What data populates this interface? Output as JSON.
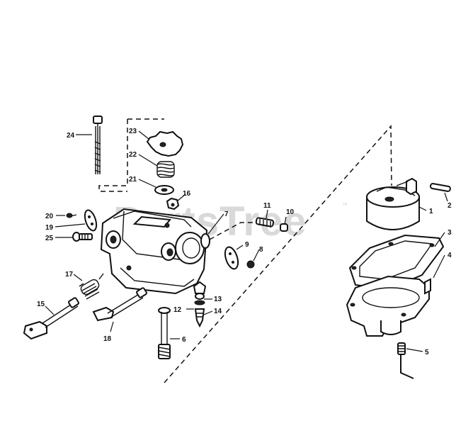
{
  "watermark": {
    "text": "PartsTree",
    "trademark": "™"
  },
  "callouts": [
    "1",
    "2",
    "3",
    "4",
    "5",
    "6",
    "7",
    "8",
    "9",
    "10",
    "11",
    "12",
    "13",
    "14",
    "15",
    "16",
    "17",
    "18",
    "19",
    "20",
    "21",
    "22",
    "23",
    "24",
    "25"
  ],
  "colors": {
    "ink": "#111111",
    "watermark": "#d9d9d9",
    "background": "#ffffff"
  }
}
